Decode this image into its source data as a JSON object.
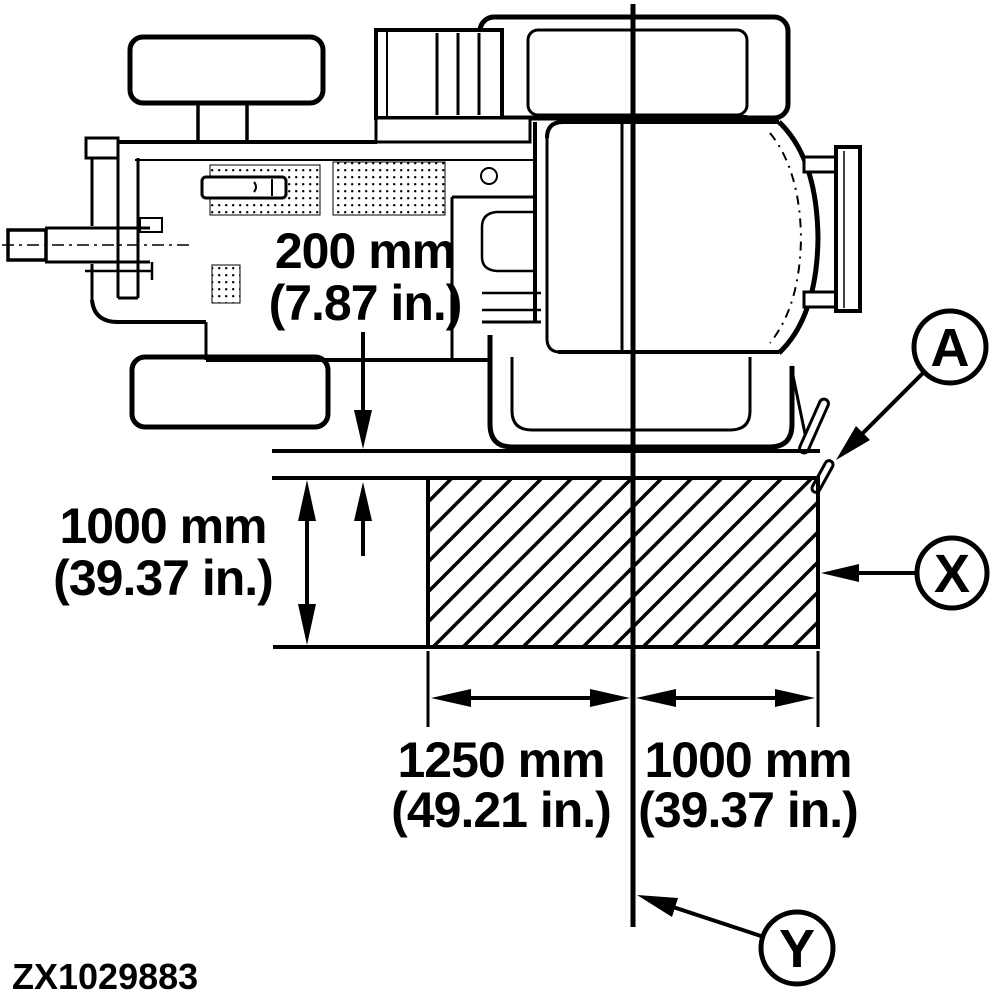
{
  "figure_code": "ZX1029883",
  "colors": {
    "ink": "#000000",
    "background": "#ffffff"
  },
  "callouts": {
    "a": "A",
    "x": "X",
    "y": "Y"
  },
  "dimensions": {
    "clearance": {
      "metric": "200 mm",
      "imperial": "(7.87 in.)"
    },
    "zone_depth": {
      "metric": "1000 mm",
      "imperial": "(39.37 in.)"
    },
    "zone_width_left": {
      "metric": "1250 mm",
      "imperial": "(49.21 in.)"
    },
    "zone_width_right": {
      "metric": "1000 mm",
      "imperial": "(39.37 in.)"
    }
  }
}
